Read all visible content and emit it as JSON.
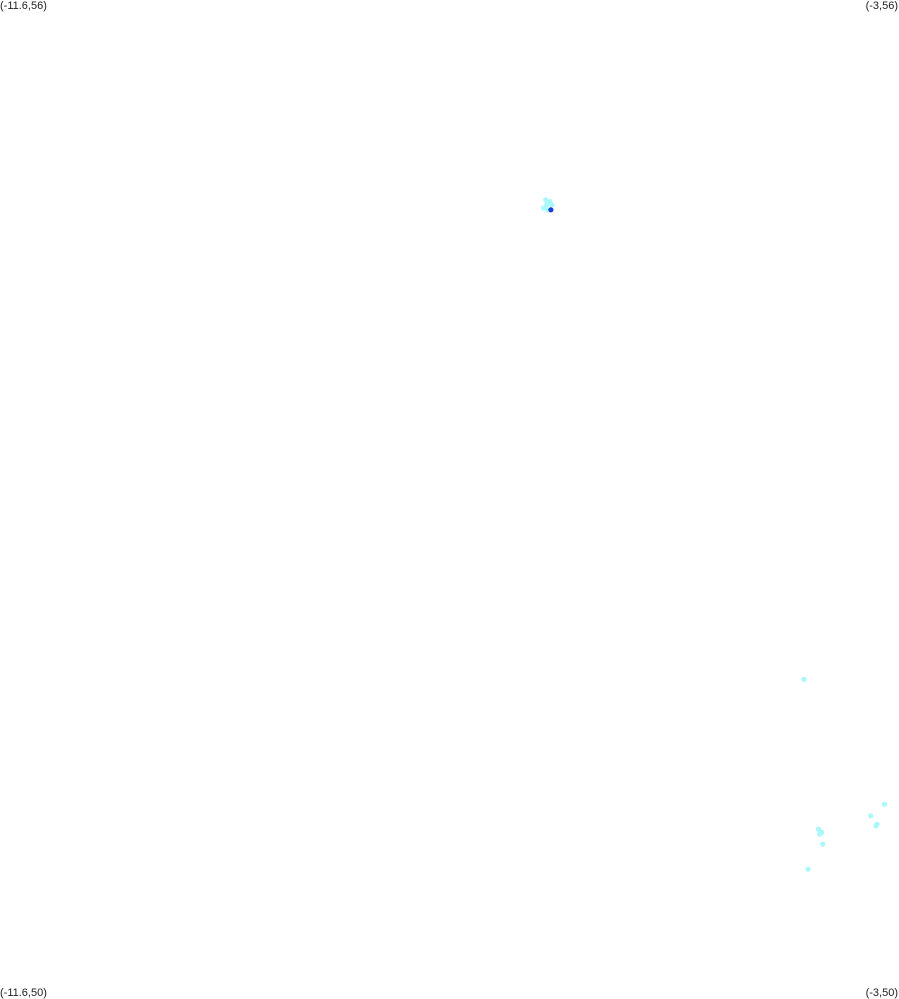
{
  "corners": {
    "top_left": "(-11.6,56)",
    "top_right": "(-3,56)",
    "bottom_left": "(-11.6,50)",
    "bottom_right": "(-3,50)"
  },
  "bounds": {
    "lon_min": -11.6,
    "lon_max": -3,
    "lat_min": 50,
    "lat_max": 56
  },
  "colors": {
    "light": "#a8f8fc",
    "dark": "#1a3fd6"
  },
  "points": [
    {
      "lon": -6.32,
      "lat": 54.77,
      "level": "light"
    },
    {
      "lon": -6.36,
      "lat": 54.74,
      "level": "light"
    },
    {
      "lon": -6.4,
      "lat": 54.75,
      "level": "light"
    },
    {
      "lon": -6.38,
      "lat": 54.8,
      "level": "light"
    },
    {
      "lon": -6.34,
      "lat": 54.79,
      "level": "light"
    },
    {
      "lon": -6.37,
      "lat": 54.77,
      "level": "light"
    },
    {
      "lon": -6.33,
      "lat": 54.74,
      "level": "dark"
    },
    {
      "lon": -3.91,
      "lat": 51.92,
      "level": "light"
    },
    {
      "lon": -3.14,
      "lat": 51.17,
      "level": "light"
    },
    {
      "lon": -3.27,
      "lat": 51.1,
      "level": "light"
    },
    {
      "lon": -3.22,
      "lat": 51.04,
      "level": "light"
    },
    {
      "lon": -3.21,
      "lat": 51.05,
      "level": "light"
    },
    {
      "lon": -3.77,
      "lat": 51.02,
      "level": "light"
    },
    {
      "lon": -3.74,
      "lat": 51.0,
      "level": "light"
    },
    {
      "lon": -3.76,
      "lat": 50.99,
      "level": "light"
    },
    {
      "lon": -3.73,
      "lat": 50.93,
      "level": "light"
    },
    {
      "lon": -3.87,
      "lat": 50.78,
      "level": "light"
    }
  ]
}
